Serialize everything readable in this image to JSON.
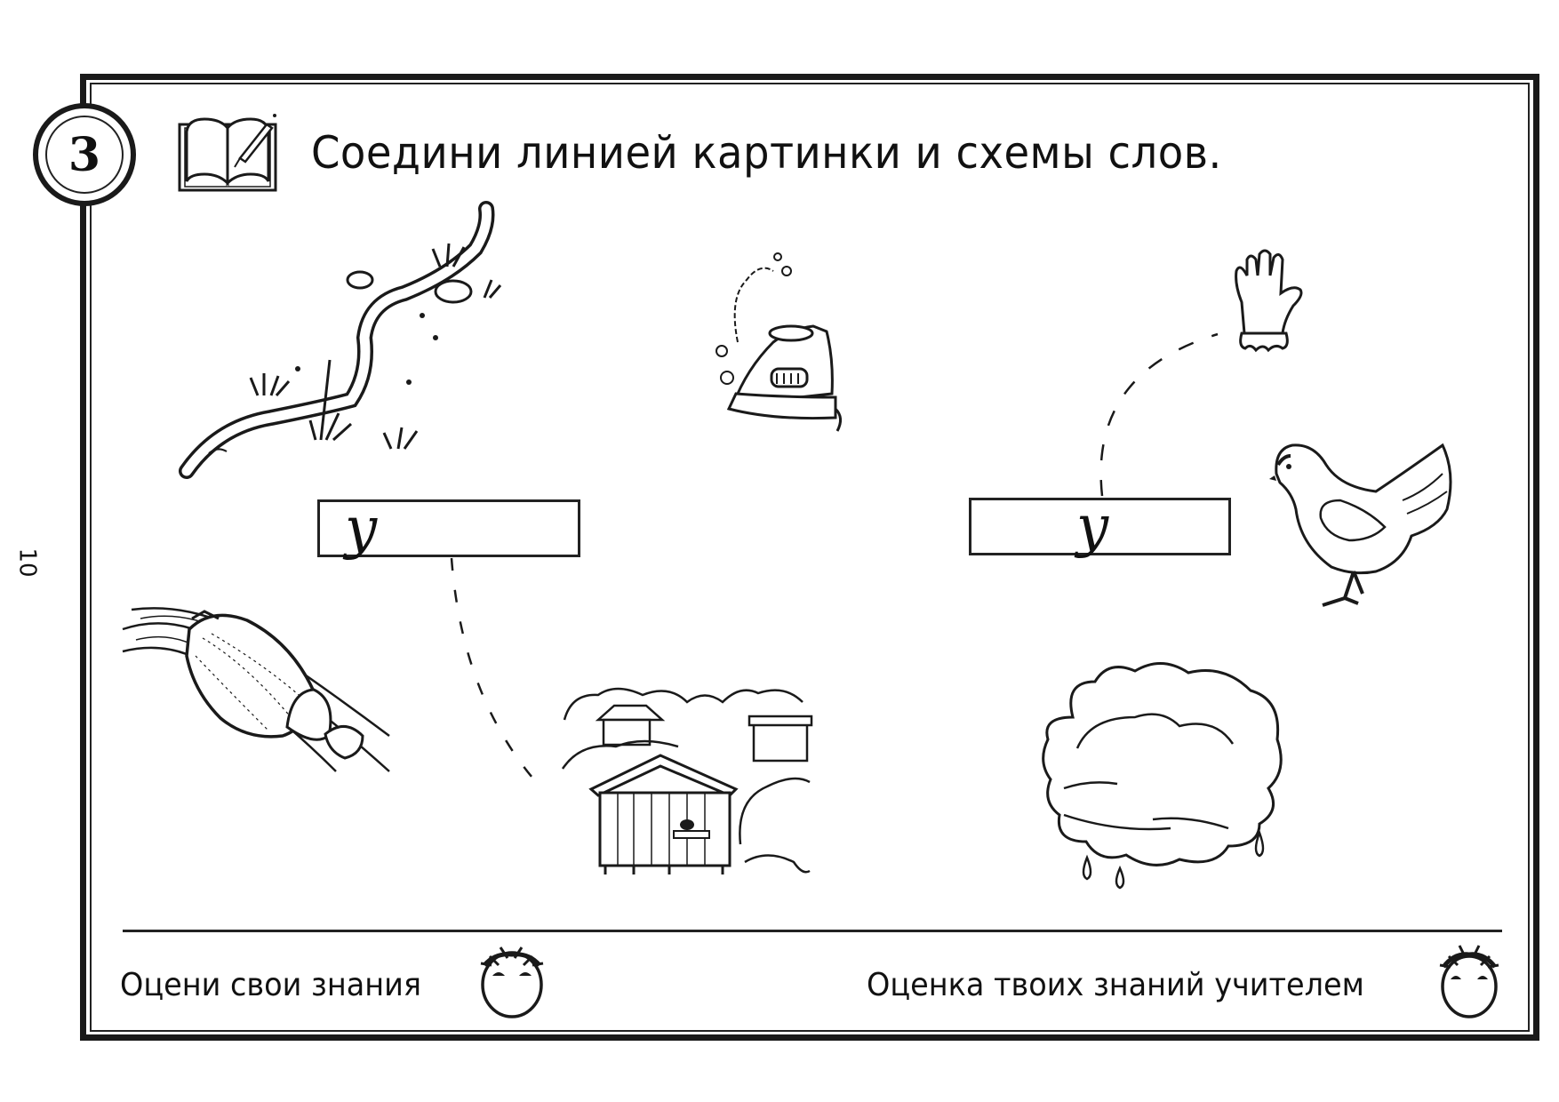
{
  "page": {
    "number": "10",
    "task_number": "3",
    "instruction": "Соедини линией картинки и схемы слов."
  },
  "schemes": [
    {
      "id": "left",
      "letter": "у",
      "letter_position": "start"
    },
    {
      "id": "right",
      "letter": "у",
      "letter_position": "middle"
    }
  ],
  "pictures": [
    {
      "name": "snake",
      "label": "уж"
    },
    {
      "name": "iron",
      "label": "утюг"
    },
    {
      "name": "glove",
      "label": "перчатка"
    },
    {
      "name": "hen",
      "label": "курица"
    },
    {
      "name": "beetle",
      "label": "жук"
    },
    {
      "name": "apiary",
      "label": "улей"
    },
    {
      "name": "cloud",
      "label": "туча"
    }
  ],
  "connections": [
    {
      "from": "left-scheme",
      "to": "apiary",
      "style": "dashed"
    },
    {
      "from": "right-scheme",
      "to": "glove",
      "style": "dashed"
    }
  ],
  "footer": {
    "self_assessment": "Оцени свои знания",
    "teacher_assessment": "Оценка твоих знаний учителем"
  },
  "colors": {
    "ink": "#1a1a1a",
    "paper": "#ffffff"
  }
}
